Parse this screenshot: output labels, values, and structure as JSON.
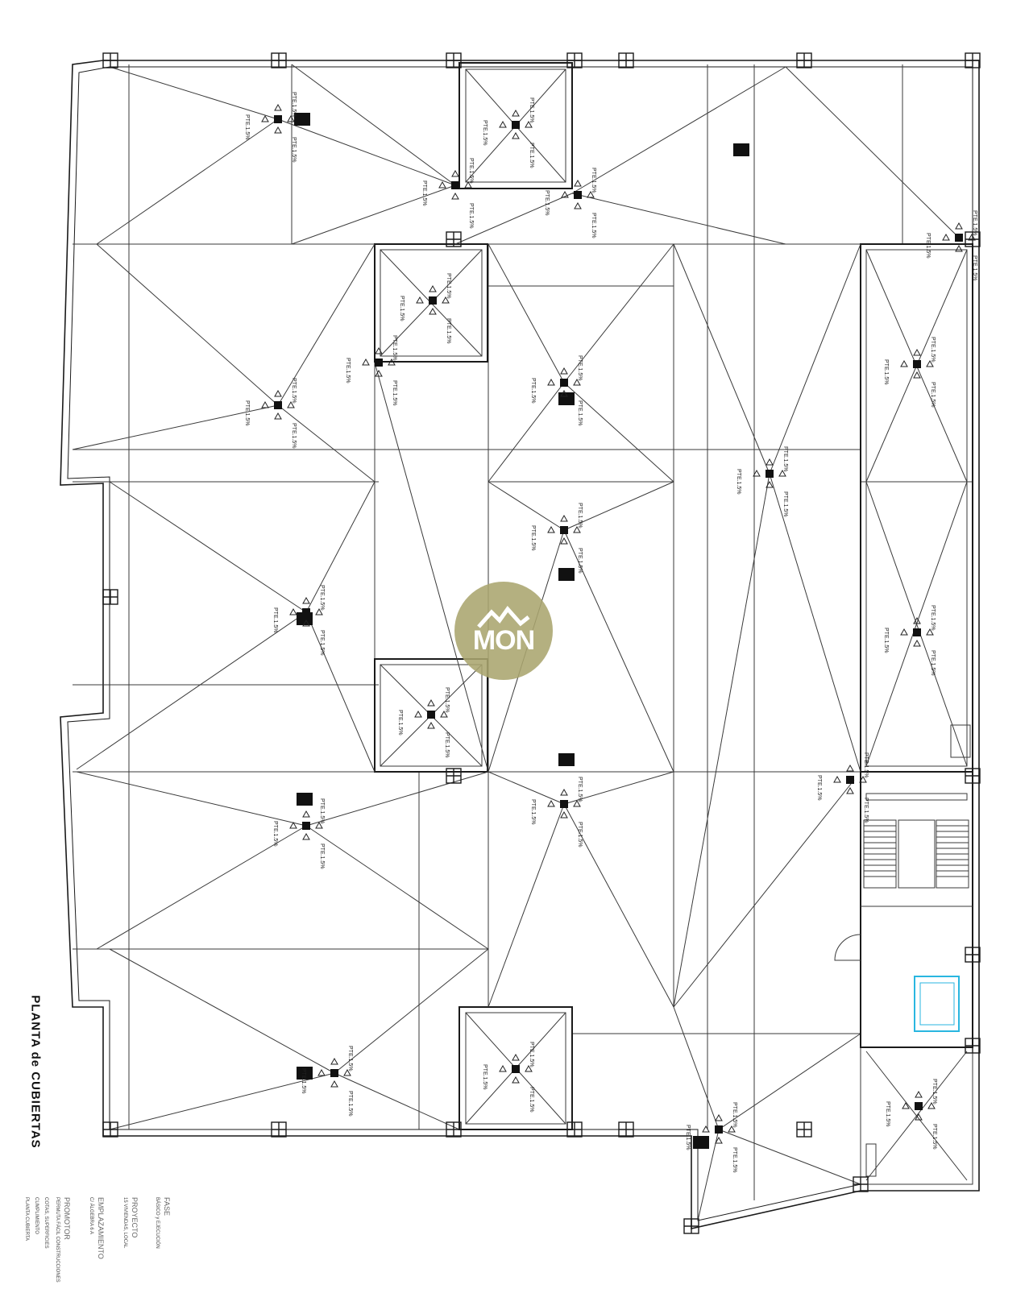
{
  "drawing": {
    "title": "PLANTA  de CUBIERTAS",
    "slope_label": "PTE.1.5%"
  },
  "watermark": {
    "text": "MON"
  },
  "cartouche": {
    "lines": [
      {
        "label": "FASE",
        "value": "BÁSICO y EJECUCIÓN"
      },
      {
        "label": "PROYECTO",
        "value": "15 VIVIENDAS, LOCAL"
      },
      {
        "label": "EMPLAZAMIENTO",
        "value": "C/ ÁLGEBRA 6 A"
      },
      {
        "label": "PROMOTOR",
        "value": "PERMUTA FÁCIL CONSTRUCCIONES"
      },
      {
        "label": "COTAS, SUPERFICIES",
        "value": "CUMPLIMIENTO"
      },
      {
        "label": "",
        "value": "PLANTA CUBIERTA"
      }
    ]
  },
  "colors": {
    "line": "#3a3a3a",
    "wall": "#1a1a1a",
    "accent": "#29b6e0",
    "watermark": "#aaa56e"
  }
}
